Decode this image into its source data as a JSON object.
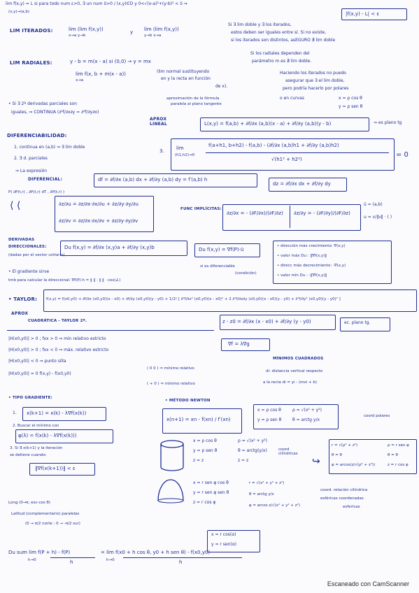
{
  "lines": {
    "l1a": "lim f(x,y) = L si para todo num ε>0, ∃ un num δ>0 / (x,y)∈D y 0<√(x-a)²+(y-b)² < δ ⇒",
    "l1b": "|f(x,y) - L| < ε",
    "l1c": "(x,y)→(a,b)",
    "iter_head": "LIM ITERADOS:",
    "iter_f1": "lim (lim f(x,y))",
    "iter_f1s": "x→a  y→b",
    "iter_y": "y",
    "iter_f2": "lim (lim f(x,y))",
    "iter_f2s": "y→b  x→a",
    "iter_n1": "Si ∃ lim doble y ∃ los iterados,",
    "iter_n2": "estos deben ser iguales entre sí. Si no existe,",
    "iter_n3": "si los iterados son distintos, asEGURO ∄ lim doble",
    "rad_head": "LIM RADIALES:",
    "rad_f1": "y - b = m(x - a)   si (0,0) → y = mx",
    "rad_f2": "lim   f(x, b + m(x - a))",
    "rad_f2s": "x→a",
    "rad_f3": "(lim normal sustituyendo",
    "rad_f4": "en y la recta en función",
    "rad_f5": "de x).",
    "rad_n1": "Si los radiales dependen del",
    "rad_n2": "parámetro m es ∄ lim doble.",
    "rad_n3": "Haciendo los iterados no puedo",
    "rad_n4": "asegurar que ∃ el lim doble,",
    "rad_n5": "pero podría hacerlo por polares",
    "rad_n6": "o en curvas",
    "rad_n7": "x = ρ cos θ",
    "rad_n8": "y = ρ sen θ",
    "cont1": "• Si ∃ 2º derivadas parciales son",
    "cont2": "iguales, ⇒ CONTINUA  (∂²f/∂x∂y = ∂²f/∂y∂x)",
    "cont3": "aproximación de la fórmula",
    "cont4": "paralela al plano tangente",
    "aprox_head": "APROX LINEAL",
    "aprox_f": "L(x,y) = f(a,b) + ∂f/∂x (a,b)(x - a) + ∂f/∂y (a,b)(y - b)",
    "aprox_n": "⇒ es plano tg",
    "dif_head": "DIFERENCIABILIDAD:",
    "dif_1": "1. continua en (a,b) ⇒ ∃ lim doble",
    "dif_2": "2. ∃ d. parciales",
    "dif_3": "3.",
    "dif_lim": "lim",
    "dif_lims": "(h1,h2)→0",
    "dif_num": "f(a+h1, b+h2) - f(a,b) - (∂f/∂x (a,b)h1 + ∂f/∂y (a,b)h2)",
    "dif_den": "√(h1² + h2²)",
    "dif_eq": "= 0",
    "expr_1": "⇒ La expresión",
    "expr_2": "DIFERENCIAL:",
    "expr_f1": "df = ∂f/∂x (a,b) dx + ∂f/∂y (a,b) dy = f′(a,b) h",
    "expr_f2": "dz = ∂f/∂x dx + ∂f/∂y dy",
    "chain_l": "P(  ∂P(t,r) , ∂P(t,r)   dT ,  ∂P(t,r) )",
    "chain_r1": "∂z/∂u = ∂z/∂x·∂x/∂u + ∂z/∂y·∂y/∂u",
    "chain_r2": "∂z/∂v = ∂z/∂x·∂x/∂v + ∂z/∂y·∂y/∂v",
    "impl_head": "FUNC IMPLÍCITAS:",
    "impl_f1": "∂z/∂x = - (∂F/∂x)/(∂F/∂z)",
    "impl_f2": "∂z/∂y = - (∂F/∂y)/(∂F/∂z)",
    "impl_r1": "ū = (a,b)",
    "impl_r2": "u = v/‖v‖ · (  )",
    "dir_head1": "DERIVADAS",
    "dir_head2": "DIRECCIONALES:",
    "dir_sub": "(dadas por el vector unitario)",
    "dir_f": "Du f(x,y) = ∂f/∂x (x,y)a + ∂f/∂y (x,y)b",
    "dir_f2": "Du f(x,y) = ∇f(P)·ū",
    "dir_n1": "• dirección máx crecimiento: ∇(x,y)",
    "dir_n2": "• valor máx Du : ‖∇f(x,y)‖",
    "dir_n3": "• direcc máx decrecimiento: -∇(x,y)",
    "dir_n4": "• valor mín Du : -‖∇f(x,y)‖",
    "dir_n5": "si es diferenciable",
    "dir_n6": "(condición)",
    "grad1": "• El gradiente sirve",
    "grad2": "tmb para calcular la direccional: ∇f(P)·h = ‖ ‖ · ‖ ‖ · cos(∠)",
    "tay_head": "• TAYLOR:",
    "tay_f": "f(x,y) = f(x0,y0) + ∂f/∂x (x0,y0)(x - x0) + ∂f/∂y (x0,y0)(y - y0) + 1/2! [ ∂²f/∂x² (x0,y0)(x - x0)² + 2 ∂²f/∂x∂y (x0,y0)(x - x0)(y - y0) + ∂²f/∂y² (x0,y0)(y - y0)² ]",
    "apr_head1": "APROX",
    "apr_head2": "CUADRÁTICA - TAYLOR 2º.",
    "plano_f": "z - z0 = ∂f/∂x (x - x0) + ∂f/∂y (y - y0)",
    "plano_n": "ec. plano tg.",
    "h1": "|H(x0,y0)| > 0 ; fxx > 0 ⇒ mín relativo estricto",
    "h2": "|H(x0,y0)| > 0 ; fxx < 0 ⇒ máx. relativo estricto",
    "h3": "|H(x0,y0)| < 0 ⇒ punto silla",
    "h4": "|H(x0,y0)| = 0   f(x,y) - f(x0,y0)",
    "lag": "∇f = λ∇g",
    "mc_head": "MÍNIMOS CUADRADOS",
    "mat1": "( 0 0 ) ⇒ mínimo relativo",
    "mat2": "( + 0 ) ⇒ mínimo relativo",
    "mc_n1": "di: distancia vertical respecto",
    "mc_n2": "a la recta    di = yi - (mxi + b)",
    "grd_head": "• TIPO GRADIENTE:",
    "grd_1": "1.",
    "grd_f": "x(k+1) = x(k) - λ∇f(x(k))",
    "grd_2": "2. Buscar el mínimo con",
    "grd_f2": "φ(λ) = f(x(k) - λ∇f(x(k)))",
    "grd_3": "3. Si ∃ x(k+1) y la iteración",
    "grd_3b": "se detiene cuando:",
    "grd_f3": "‖∇f(x(k+1))‖ < ε",
    "nw_head": "• MÉTODO NEWTON",
    "nw_f": "x(n+1) = xn - f(xn) / f′(xn)",
    "pol_1": "x = ρ cos θ",
    "pol_2": "y = ρ sen θ",
    "pol_3": "ρ = √(x² + y²)",
    "pol_4": "θ = arctg y/x",
    "pol_n": "coord polares",
    "cyl_1": "x = ρ cos θ",
    "cyl_2": "y = ρ sen θ",
    "cyl_3": "z = z",
    "cyl_4": "ρ = √(x² + y²)",
    "cyl_5": "θ = arctg(y/x)",
    "cyl_6": "z = z",
    "cyl_n": "coord cilíndricas",
    "cyl_r1": "r = √(ρ² + z²)",
    "cyl_r2": "θ = θ",
    "cyl_r3": "φ = arcos(z/√(ρ² + z²))",
    "cyl_r4": "ρ = r sen φ",
    "cyl_r5": "θ = θ",
    "cyl_r6": "z = r cos φ",
    "sph_1": "x = r sen φ cos θ",
    "sph_2": "y = r sen φ sen θ",
    "sph_3": "z = r cos φ",
    "sph_4": "r = √(x² + y² + z²)",
    "sph_5": "θ = arctg y/x",
    "sph_6": "φ = arcos z/√(x² + y² + z²)",
    "sph_n1": "coord. relación cilíndrica",
    "sph_n2": "esféricas coordenadas",
    "sph_n3": "esfericas",
    "lg1": "Long (0→π, esc-cos θ)",
    "lg2": "Latitud (complementario) paralelas",
    "lg3": "(0 → π/2 norte : 0 → -π/2 sur)",
    "bot_f1": "Du sum  lim  f(P + h) - f(P)",
    "bot_f1s": "h→0",
    "bot_f1d": "h",
    "bot_f2": "= lim  f(x0 + h cos θ, y0 + h sen θ) - f(x0,y0)",
    "bot_f2s": "h→0",
    "bot_f2d": "h",
    "bot_r1": "x = r cos(α)",
    "bot_r2": "y = r sen(α)"
  },
  "footer": "Escaneado con CamScanner",
  "colors": {
    "ink": "#1f2f93",
    "paper": "#fbfbfd"
  }
}
